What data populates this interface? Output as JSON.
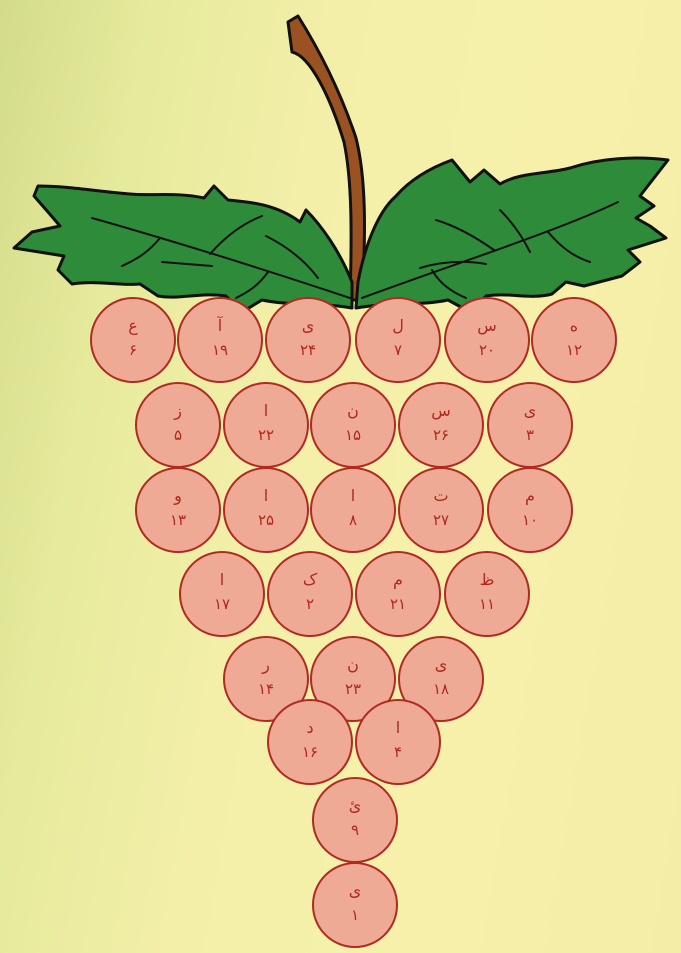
{
  "colors": {
    "grape_fill": "#eeaa95",
    "grape_border": "#b02a22",
    "grape_text": "#b0291f",
    "leaf": "#2e8b3a",
    "stem": "#9a5222",
    "background": "#f4eda8"
  },
  "grapes": [
    {
      "letter": "ع",
      "number": "۶"
    },
    {
      "letter": "آ",
      "number": "۱۹"
    },
    {
      "letter": "ی",
      "number": "۲۴"
    },
    {
      "letter": "ل",
      "number": "۷"
    },
    {
      "letter": "س",
      "number": "۲۰"
    },
    {
      "letter": "ه",
      "number": "۱۲"
    },
    {
      "letter": "ز",
      "number": "۵"
    },
    {
      "letter": "ا",
      "number": "۲۲"
    },
    {
      "letter": "ن",
      "number": "۱۵"
    },
    {
      "letter": "س",
      "number": "۲۶"
    },
    {
      "letter": "ی",
      "number": "۳"
    },
    {
      "letter": "و",
      "number": "۱۳"
    },
    {
      "letter": "ا",
      "number": "۲۵"
    },
    {
      "letter": "ا",
      "number": "۸"
    },
    {
      "letter": "ت",
      "number": "۲۷"
    },
    {
      "letter": "م",
      "number": "۱۰"
    },
    {
      "letter": "ا",
      "number": "۱۷"
    },
    {
      "letter": "ک",
      "number": "۲"
    },
    {
      "letter": "م",
      "number": "۲۱"
    },
    {
      "letter": "ظ",
      "number": "۱۱"
    },
    {
      "letter": "ر",
      "number": "۱۴"
    },
    {
      "letter": "ن",
      "number": "۲۳"
    },
    {
      "letter": "ی",
      "number": "۱۸"
    },
    {
      "letter": "د",
      "number": "۱۶"
    },
    {
      "letter": "ا",
      "number": "۴"
    },
    {
      "letter": "ئ",
      "number": "۹"
    },
    {
      "letter": "ی",
      "number": "۱"
    }
  ]
}
